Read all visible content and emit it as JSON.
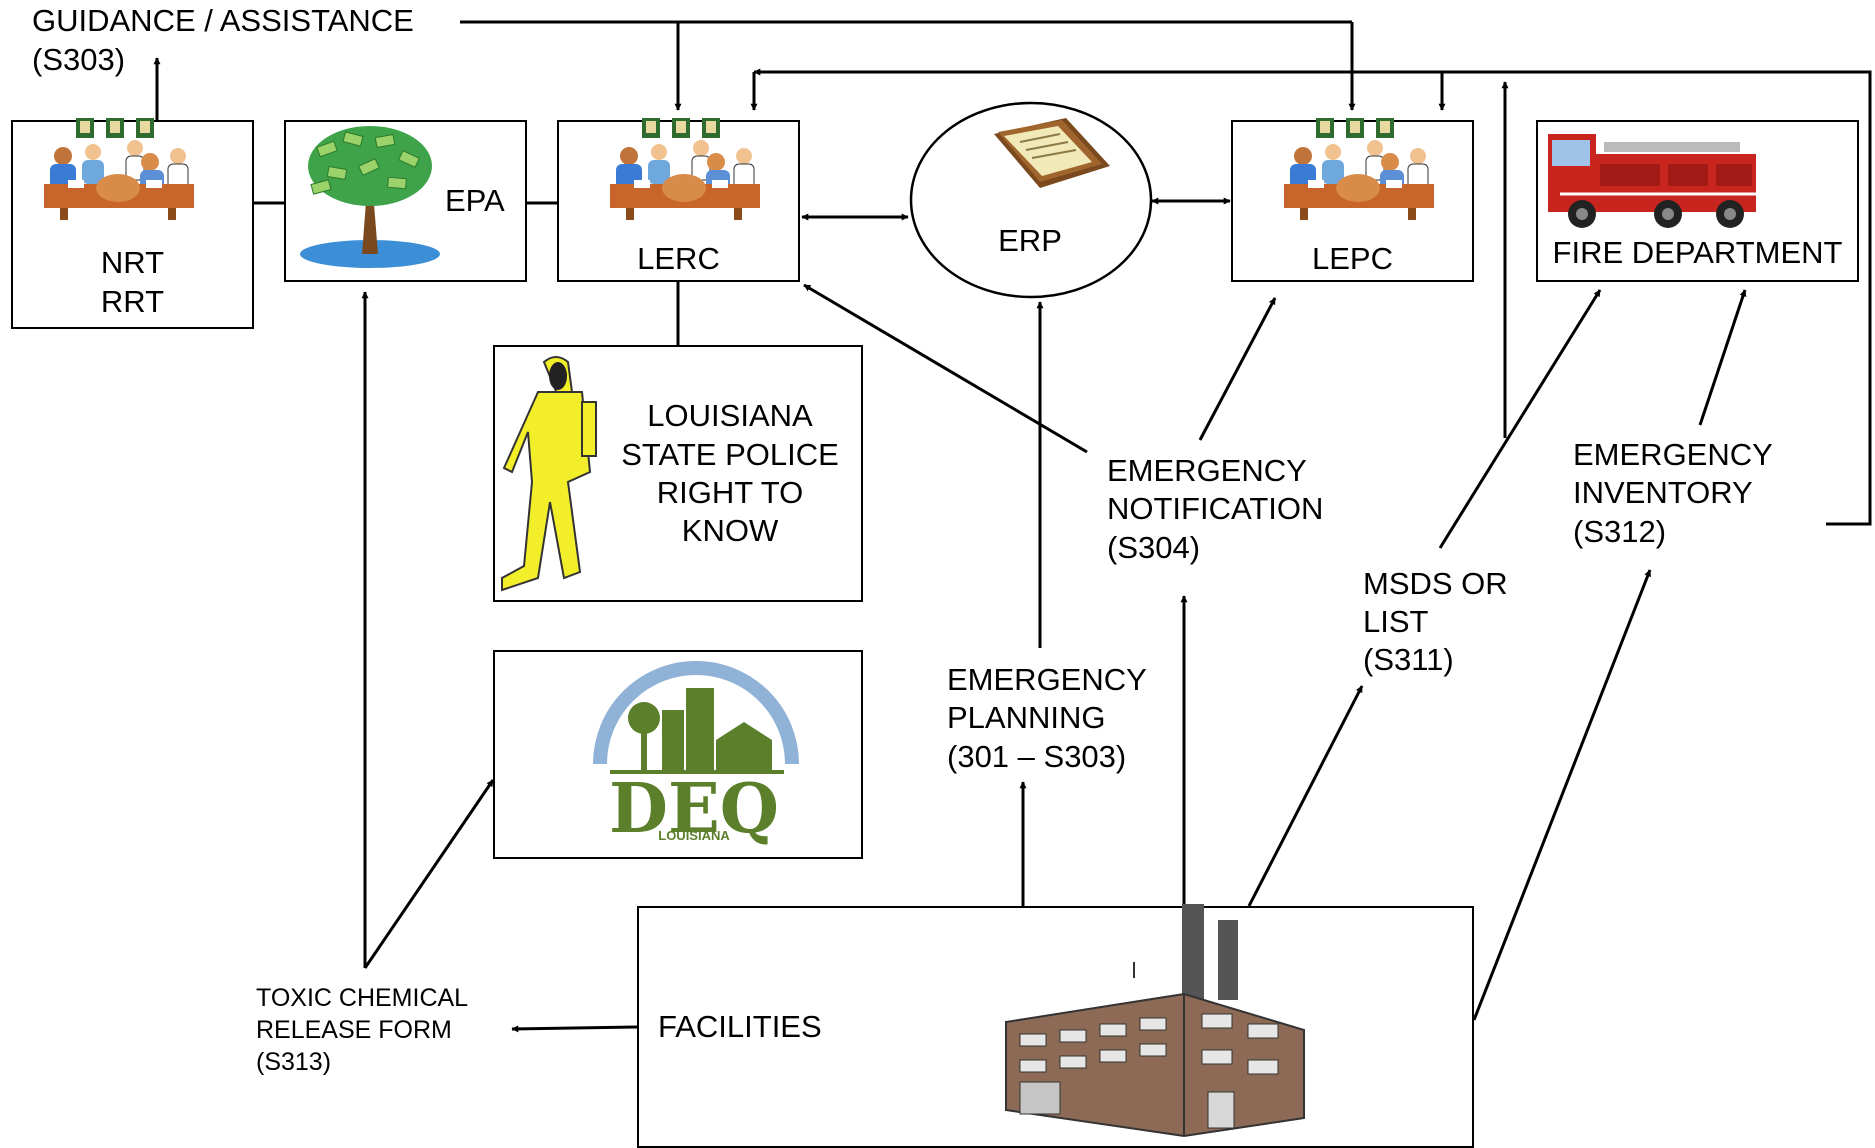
{
  "labels": {
    "guidance_line1": "GUIDANCE / ASSISTANCE",
    "guidance_line2": "(S303)",
    "nrt": "NRT",
    "rrt": "RRT",
    "epa": "EPA",
    "lerc": "LERC",
    "erp": "ERP",
    "lepc": "LEPC",
    "fire_department": "FIRE DEPARTMENT",
    "lsp_line1": "LOUISIANA",
    "lsp_line2": "STATE POLICE",
    "lsp_line3": "RIGHT TO",
    "lsp_line4": "KNOW",
    "deq_logo_text": "DEQ",
    "deq_logo_subtext": "LOUISIANA",
    "emergency_notification_line1": "EMERGENCY",
    "emergency_notification_line2": "NOTIFICATION",
    "emergency_notification_line3": "(S304)",
    "emergency_inventory_line1": "EMERGENCY",
    "emergency_inventory_line2": "INVENTORY",
    "emergency_inventory_line3": "(S312)",
    "msds_line1": "MSDS OR",
    "msds_line2": "LIST",
    "msds_line3": "(S311)",
    "emergency_planning_line1": "EMERGENCY",
    "emergency_planning_line2": "PLANNING",
    "emergency_planning_line3": "(301 – S303)",
    "toxic_line1": "TOXIC CHEMICAL",
    "toxic_line2": "RELEASE FORM",
    "toxic_line3": "(S313)",
    "facilities": "FACILITIES"
  },
  "icons": [
    "meeting-icon",
    "money-tree-icon",
    "documents-icon",
    "fire-truck-icon",
    "hazmat-suit-icon",
    "deq-logo",
    "factory-icon"
  ],
  "colors": {
    "line": "#000000",
    "hazmat_yellow": "#f2ee2a",
    "deq_green": "#5b7f2a",
    "deq_blue": "#8fb2d6",
    "truck_red": "#c8251f",
    "factory_brown": "#8c6a55",
    "tree_green": "#3fa34a",
    "water_blue": "#3c8fd6",
    "table_brown": "#c8652a"
  }
}
